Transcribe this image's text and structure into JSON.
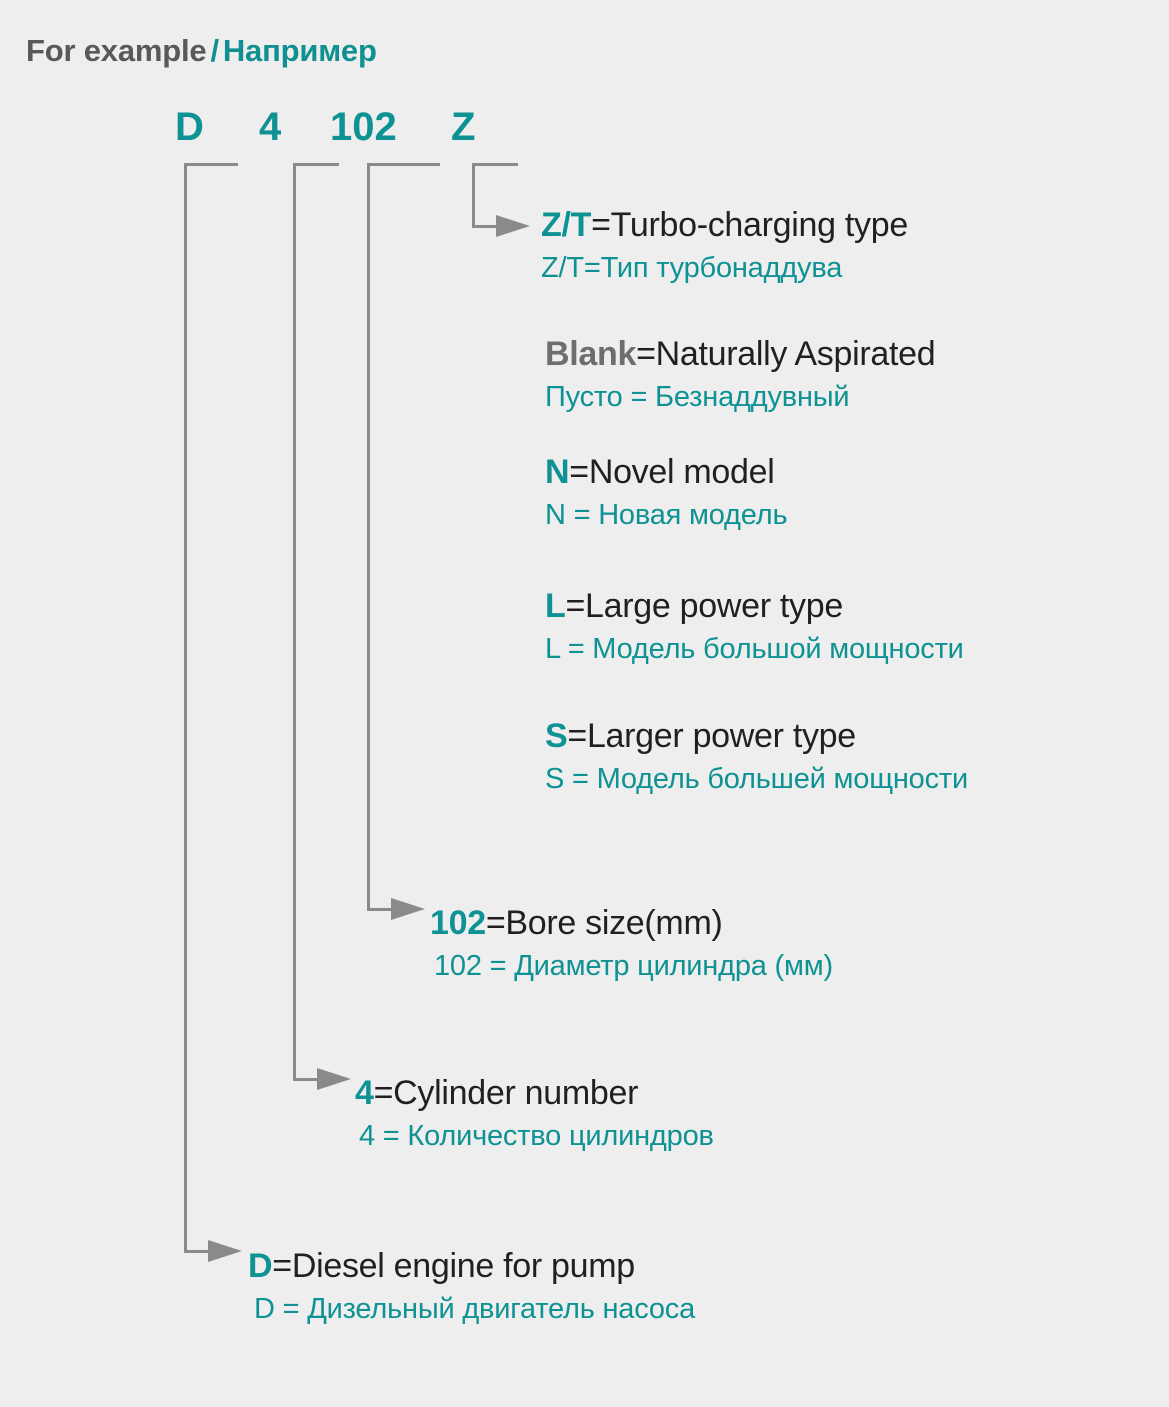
{
  "header": {
    "english": "For example",
    "separator": "/",
    "russian": "Например"
  },
  "model_code": {
    "segments": [
      {
        "id": "d",
        "text": "D"
      },
      {
        "id": "4",
        "text": "4"
      },
      {
        "id": "102",
        "text": "102"
      },
      {
        "id": "z",
        "text": "Z"
      }
    ]
  },
  "colors": {
    "background": "#eeeeee",
    "teal": "#0e9293",
    "dark_text": "#231f20",
    "gray_text": "#6d6e70",
    "connector_gray": "#8a8a8a"
  },
  "legend": [
    {
      "id": "zt",
      "key": "Z/T",
      "key_color": "teal",
      "en_rest": "=Turbo-charging type",
      "ru": "Z/T=Тип турбонаддува"
    },
    {
      "id": "blank",
      "key": "Blank",
      "key_color": "gray",
      "en_rest": "=Naturally Aspirated",
      "ru": "Пусто = Безнаддувный"
    },
    {
      "id": "n",
      "key": "N",
      "key_color": "teal",
      "en_rest": "=Novel model",
      "ru": "N = Новая модель"
    },
    {
      "id": "l",
      "key": "L",
      "key_color": "teal",
      "en_rest": "=Large power type",
      "ru": "L = Модель большой мощности"
    },
    {
      "id": "s",
      "key": "S",
      "key_color": "teal",
      "en_rest": "=Larger power type",
      "ru": "S = Модель большей мощности"
    },
    {
      "id": "bore",
      "key": "102",
      "key_color": "teal",
      "en_rest": "=Bore size(mm)",
      "ru": "102 = Диаметр цилиндра (мм)"
    },
    {
      "id": "cylinder",
      "key": "4",
      "key_color": "teal",
      "en_rest": "=Cylinder number",
      "ru": "4 = Количество цилиндров"
    },
    {
      "id": "diesel",
      "key": "D",
      "key_color": "teal",
      "en_rest": "=Diesel engine for pump",
      "ru": "D = Дизельный двигатель насоса"
    }
  ]
}
